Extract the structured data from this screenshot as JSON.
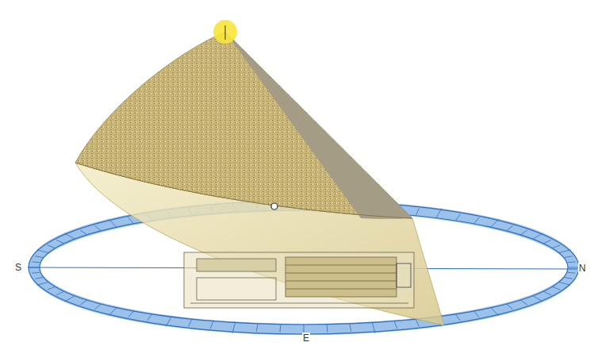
{
  "diagram": {
    "labels": [
      "S",
      "N",
      "E"
    ]
  }
}
